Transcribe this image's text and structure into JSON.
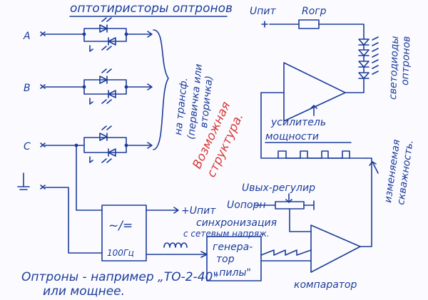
{
  "labels": {
    "optotriacs": "оптотиристоры оптронов",
    "input_a": "A",
    "input_b": "B",
    "input_c": "C",
    "to_transformer_1": "на трансф.",
    "to_transformer_2": "(первичка или",
    "to_transformer_3": "вторичка)",
    "possible_structure_1": "Возможная",
    "possible_structure_2": "структура.",
    "u_supply_top": "Uпит",
    "resistor": "Rогр",
    "leds_1": "светодиоды",
    "leds_2": "оптронов",
    "amplifier_1": "усилитель",
    "amplifier_2": "мощности",
    "variable_duty_1": "изменяемая",
    "variable_duty_2": "скважность.",
    "u_out_reg": "Uвых-регулир",
    "u_ref": "Uопорн",
    "u_supply_psu": "+Uпит",
    "sync_1": "синхронизация",
    "sync_2": "с сетевым напряж.",
    "freq": "100Гц",
    "psu": "~/=",
    "generator_1": "генера-",
    "generator_2": "тор",
    "generator_3": "„пилы\"",
    "comparator": "компаратор",
    "note_1": "Оптроны - например „ТО-2-40\"",
    "note_2": "или мощнее."
  },
  "colors": {
    "ink": "#1c3c9a",
    "accent": "#d63a3a",
    "paper": "#fbfbff"
  }
}
